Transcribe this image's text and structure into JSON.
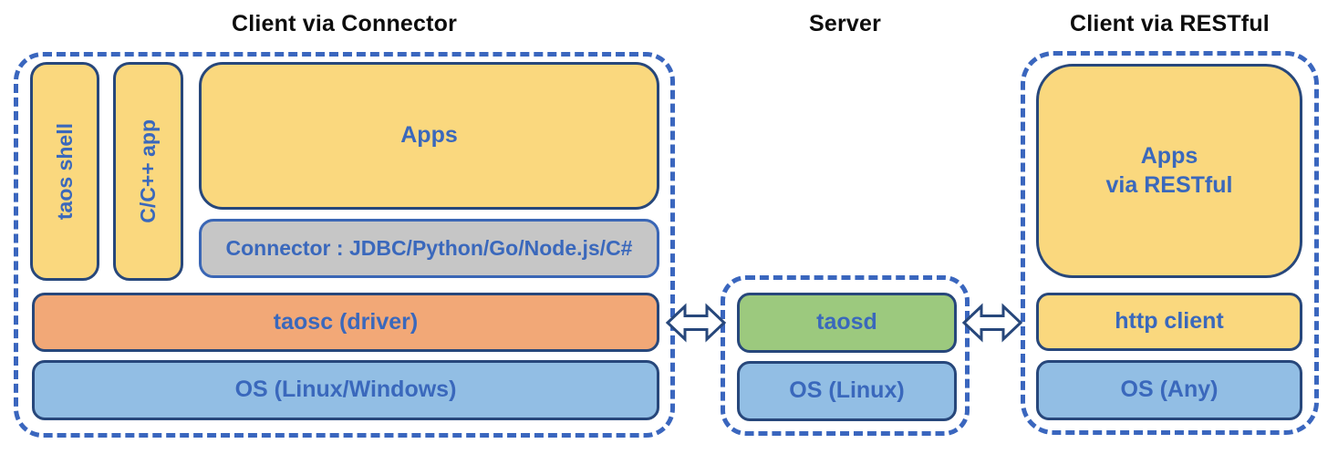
{
  "client_connector": {
    "title": "Client via Connector",
    "taos_shell": "taos shell",
    "cpp_app": "C/C++ app",
    "apps": "Apps",
    "connector": "Connector : JDBC/Python/Go/Node.js/C#",
    "taosc": "taosc (driver)",
    "os": "OS (Linux/Windows)"
  },
  "server": {
    "title": "Server",
    "taosd": "taosd",
    "os": "OS (Linux)"
  },
  "client_restful": {
    "title": "Client via RESTful",
    "apps_line1": "Apps",
    "apps_line2": "via RESTful",
    "http_client": "http client",
    "os": "OS (Any)"
  },
  "arrows": {
    "left": "bidirectional-arrow",
    "right": "bidirectional-arrow"
  },
  "colors": {
    "box_yellow": "#fad87e",
    "box_orange": "#f2a877",
    "box_blue": "#92bee4",
    "box_green": "#9cc97e",
    "box_gray": "#c6c6c6",
    "solid_border_navy": "#27477b",
    "gray_box_border_blue": "#3a66b5",
    "dashed_border_blue": "#3a66be",
    "label_text_blue": "#3a68bc",
    "title_text_black": "#0d0d0d",
    "background": "#ffffff"
  }
}
